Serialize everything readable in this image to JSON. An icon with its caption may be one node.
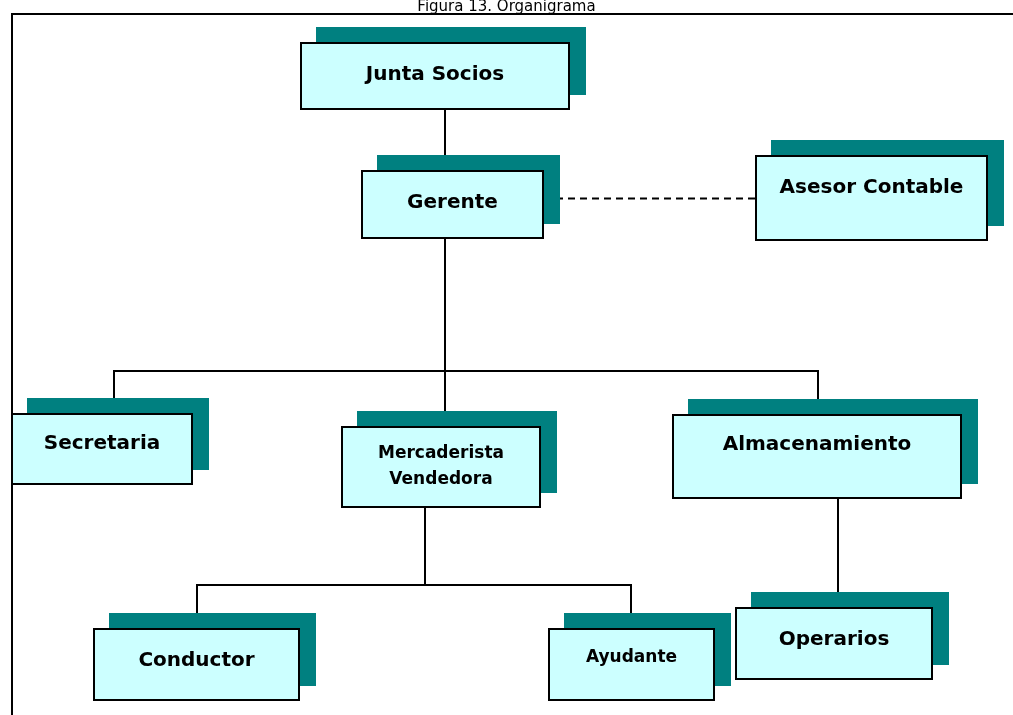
{
  "diagram": {
    "title": "Figura 13. Organigrama",
    "nodes": [
      {
        "text": [
          "Junta Socios"
        ]
      },
      {
        "text": [
          "Gerente"
        ]
      },
      {
        "text": [
          "Asesor Contable"
        ]
      },
      {
        "text": [
          "Secretaria"
        ]
      },
      {
        "text": [
          "Mercaderista Vendedora"
        ]
      },
      {
        "text": [
          "Almacenamiento"
        ]
      },
      {
        "text": [
          "Conductor"
        ]
      },
      {
        "text": [
          "Ayudante"
        ]
      },
      {
        "text": [
          "Operarios"
        ]
      }
    ],
    "edges": [
      {
        "from": 0,
        "to": 1,
        "arrow": "none"
      },
      {
        "from": 1,
        "to": 2,
        "arrow": "none",
        "style": "dashed"
      },
      {
        "from": 1,
        "to": 3,
        "arrow": "none"
      },
      {
        "from": 1,
        "to": 4,
        "arrow": "none"
      },
      {
        "from": 1,
        "to": 5,
        "arrow": "none"
      },
      {
        "from": 4,
        "to": 6,
        "arrow": "none"
      },
      {
        "from": 4,
        "to": 7,
        "arrow": "none"
      },
      {
        "from": 5,
        "to": 8,
        "arrow": "none"
      }
    ]
  }
}
